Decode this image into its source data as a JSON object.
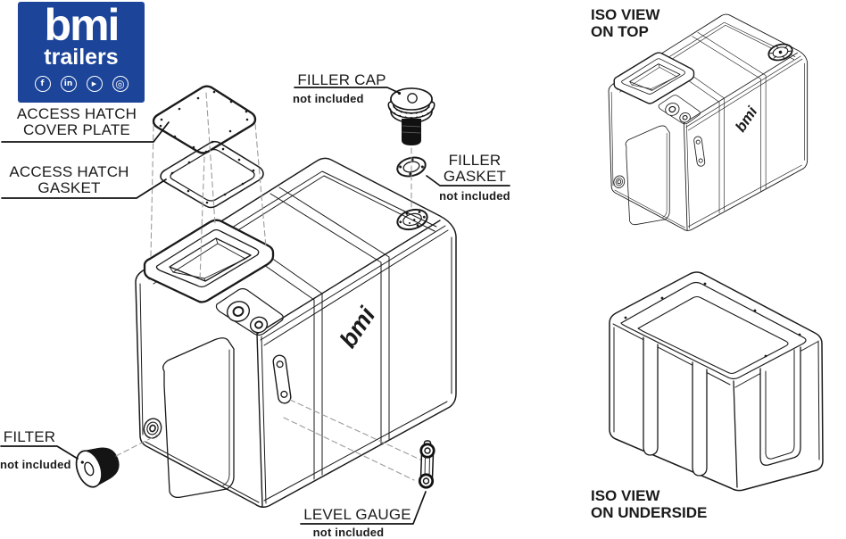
{
  "page": {
    "background_color": "#ffffff",
    "line_color": "#1a1a1a",
    "dash_color": "#9b9b9b"
  },
  "logo": {
    "brand": "bmi",
    "subtitle": "trailers",
    "bg_color": "#1c4499",
    "social_icons": [
      {
        "name": "facebook-icon",
        "glyph": "f"
      },
      {
        "name": "linkedin-icon",
        "glyph": "in"
      },
      {
        "name": "youtube-icon",
        "glyph": "▶"
      },
      {
        "name": "instagram-icon",
        "glyph": "◎"
      }
    ]
  },
  "callouts": {
    "access_hatch_cover_plate": {
      "line1": "ACCESS HATCH",
      "line2": "COVER PLATE"
    },
    "access_hatch_gasket": {
      "line1": "ACCESS HATCH",
      "line2": "GASKET"
    },
    "filler_cap": {
      "label": "FILLER CAP",
      "note": "not included"
    },
    "filler_gasket": {
      "line1": "FILLER",
      "line2": "GASKET",
      "note": "not included"
    },
    "filter": {
      "label": "FILTER",
      "note": "not included"
    },
    "level_gauge": {
      "label": "LEVEL GAUGE",
      "note": "not included"
    }
  },
  "views": {
    "iso_top": {
      "line1": "ISO VIEW",
      "line2": "ON TOP"
    },
    "iso_underside": {
      "line1": "ISO VIEW",
      "line2": "ON UNDERSIDE"
    }
  },
  "tank": {
    "side_brand": "bmi"
  }
}
